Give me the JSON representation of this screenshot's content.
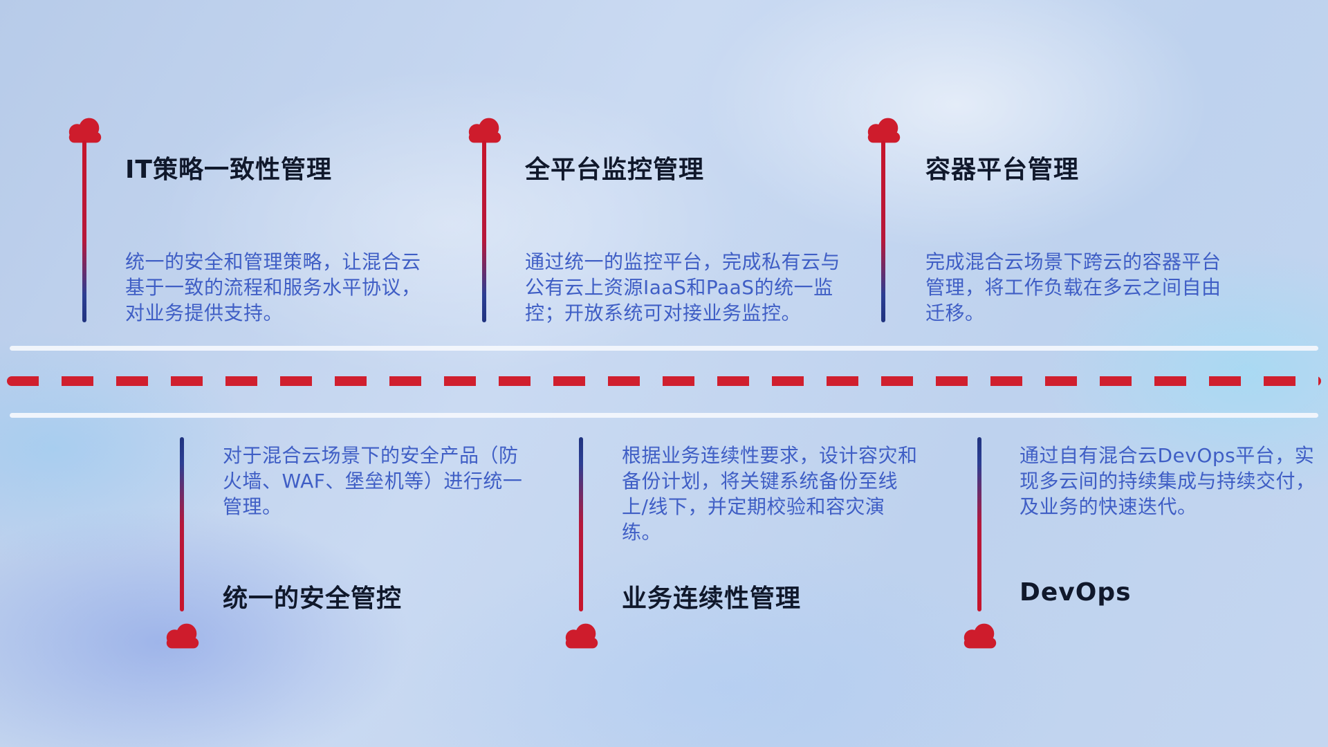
{
  "diagram": {
    "name": "hybrid-cloud-management-features",
    "top_items": [
      {
        "title": "IT策略一致性管理",
        "description": "统一的安全和管理策略，让混合云基于一致的流程和服务水平协议，对业务提供支持。"
      },
      {
        "title": "全平台监控管理",
        "description": "通过统一的监控平台，完成私有云与公有云上资源IaaS和PaaS的统一监控；开放系统可对接业务监控。"
      },
      {
        "title": "容器平台管理",
        "description": "完成混合云场景下跨云的容器平台管理，将工作负载在多云之间自由迁移。"
      }
    ],
    "bottom_items": [
      {
        "title": "统一的安全管控",
        "description": "对于混合云场景下的安全产品（防火墙、WAF、堡垒机等）进行统一管理。"
      },
      {
        "title": "业务连续性管理",
        "description": "根据业务连续性要求，设计容灾和备份计划，将关键系统备份至线上/线下，并定期校验和容灾演练。"
      },
      {
        "title": "DevOps",
        "description": "通过自有混合云DevOps平台，实现多云间的持续集成与持续交付，及业务的快速迭代。"
      }
    ],
    "colors": {
      "accent_red": "#ce1c2c",
      "stem_blue": "#20337f",
      "description_blue": "#3f5ec5",
      "title_dark": "#10182b",
      "road_white": "#f3f7fc"
    }
  }
}
